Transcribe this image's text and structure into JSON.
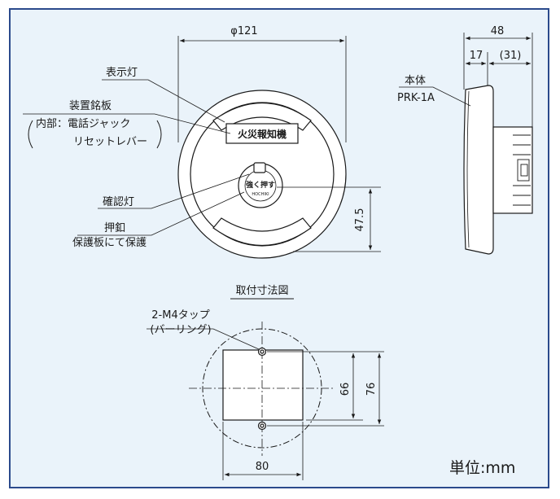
{
  "front_view": {
    "dim_diameter": "φ121",
    "dim_height": "47.5",
    "labels": {
      "indicator_lamp": "表示灯",
      "nameplate": "装置銘板",
      "internal_line1": "内部：電話ジャック",
      "internal_line2": "リセットレバー",
      "confirm_lamp": "確認灯",
      "push_button": "押釦",
      "protect_plate": "保護板にて保護"
    },
    "plate_text": "火災報知機",
    "button_text": "強く押す",
    "button_subtext": "HOCHIKI"
  },
  "side_view": {
    "dim_total": "48",
    "dim_a": "17",
    "dim_b": "(31)",
    "label_body": "本体",
    "label_model": "PRK-1A"
  },
  "mounting": {
    "title": "取付寸法図",
    "tap_label": "2-M4タップ",
    "tap_sub": "(バーリング)",
    "dim_66": "66",
    "dim_76": "76",
    "dim_80": "80"
  },
  "unit_label": "単位:mm",
  "colors": {
    "background": "#eaf3fa",
    "frame": "#2b4a8c",
    "line": "#1a1a1a"
  }
}
